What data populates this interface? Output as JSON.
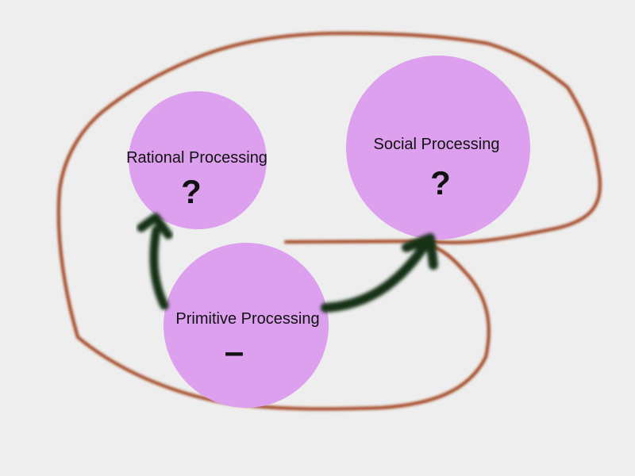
{
  "nodes": {
    "rational": {
      "label": "Rational Processing",
      "symbol": "?"
    },
    "social": {
      "label": "Social Processing",
      "symbol": "?"
    },
    "primitive": {
      "label": "Primitive Processing",
      "symbol": "–"
    }
  },
  "colors": {
    "background": "#eeeeee",
    "node_fill": "#dda0ee",
    "brain_outline": "#a0401a",
    "arrow": "#123312"
  }
}
